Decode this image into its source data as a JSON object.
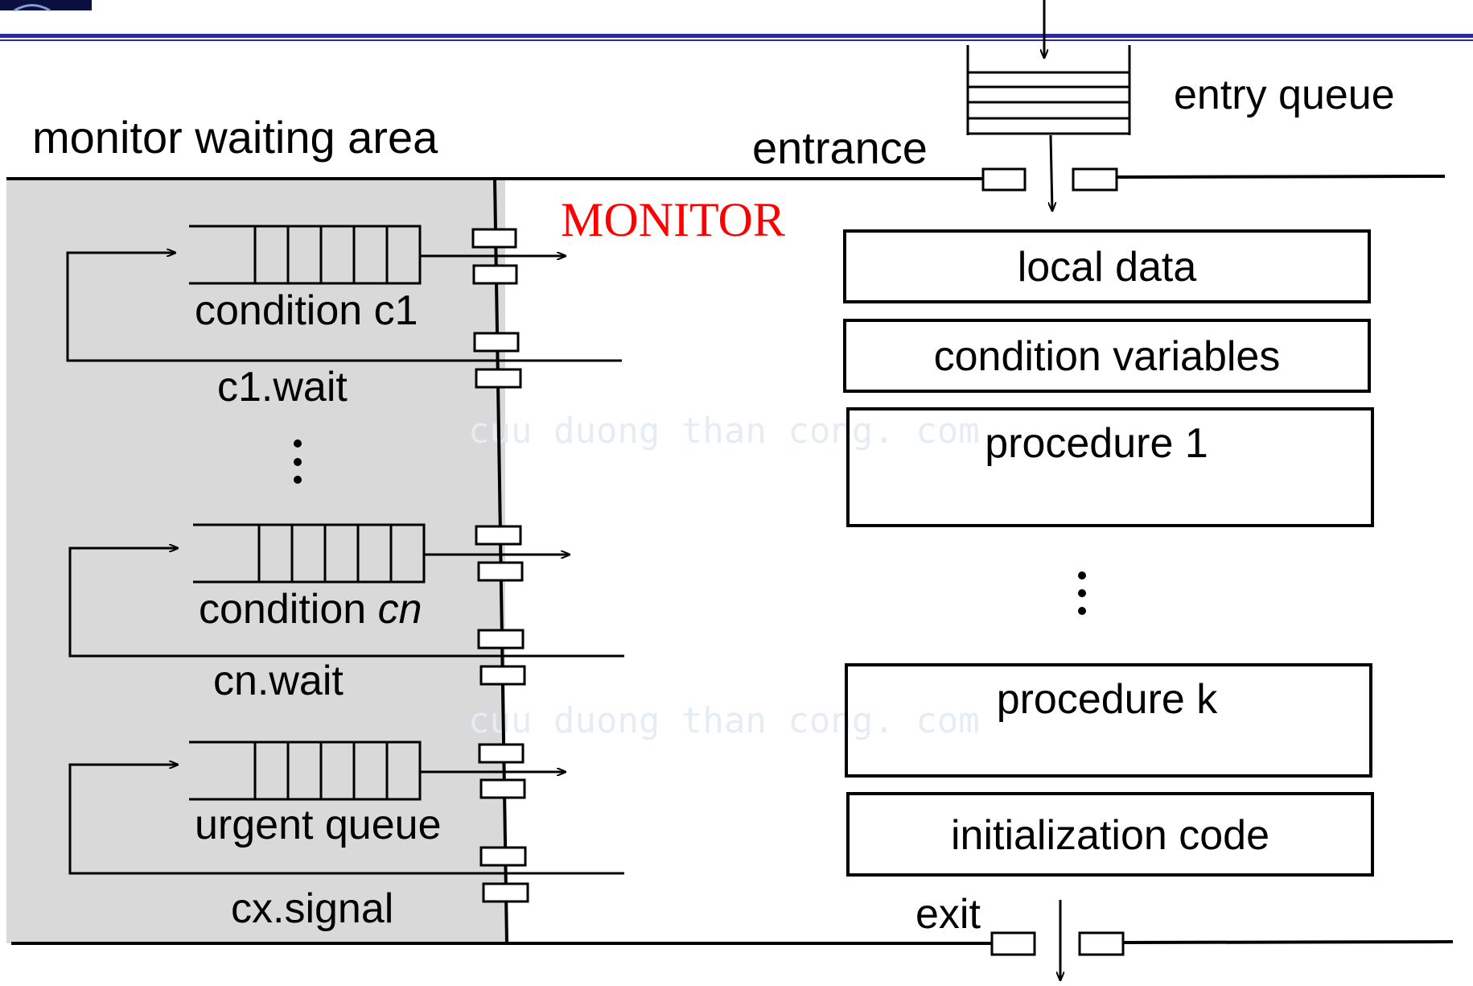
{
  "colors": {
    "monitor_title": "#ff0000",
    "header_rule": "#2a2aa0",
    "waiting_area_fill": "#d9d9d9",
    "line": "#000000",
    "watermark": "#e6ecf4"
  },
  "labels": {
    "waiting_area": "monitor waiting area",
    "entrance": "entrance",
    "entry_queue": "entry queue",
    "monitor": "MONITOR",
    "exit": "exit"
  },
  "queues": {
    "c1": {
      "label": "condition c1",
      "op": "c1.wait"
    },
    "cn": {
      "label_prefix": "condition ",
      "label_var": "cn",
      "op": "cn.wait"
    },
    "urgent": {
      "label": "urgent queue",
      "op": "cx.signal"
    }
  },
  "monitor_parts": {
    "local_data": "local data",
    "condition_variables": "condition variables",
    "procedure_1": "procedure 1",
    "procedure_k": "procedure k",
    "initialization_code": "initialization code"
  },
  "watermark": "cuu duong than cong. com"
}
